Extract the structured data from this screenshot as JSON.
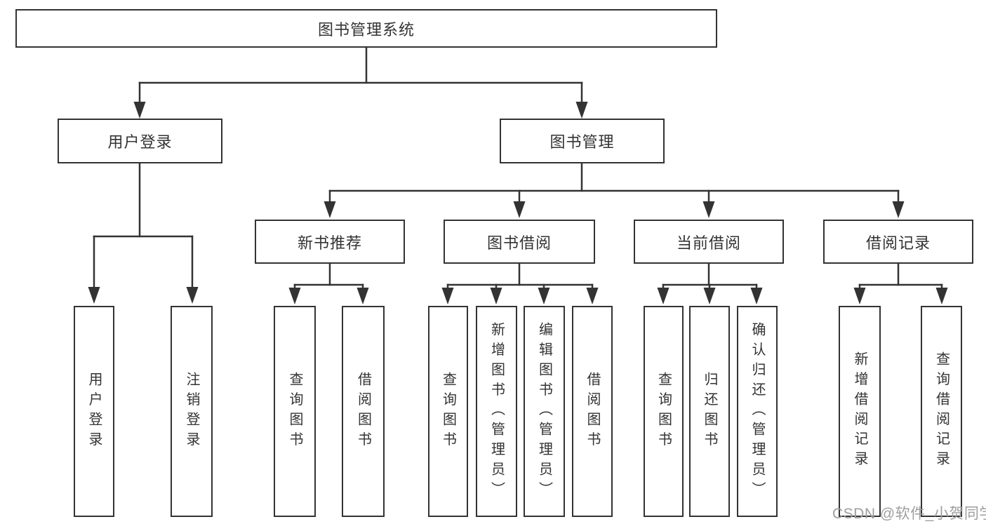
{
  "diagram": {
    "title": "图书管理系统",
    "level2": {
      "user_login": "用户登录",
      "book_management": "图书管理"
    },
    "level3": {
      "new_book_recommend": "新书推荐",
      "book_borrow": "图书借阅",
      "current_borrow": "当前借阅",
      "borrow_records": "借阅记录"
    },
    "leaves": {
      "user_login": "用户登录",
      "logout": "注销登录",
      "nb_query_book": "查询图书",
      "nb_borrow_book": "借阅图书",
      "bb_query_book": "查询图书",
      "bb_add_book": "新增图书（管理员）",
      "bb_edit_book": "编辑图书（管理员）",
      "bb_borrow_book": "借阅图书",
      "cb_query_book": "查询图书",
      "cb_return_book": "归还图书",
      "cb_confirm_return": "确认归还（管理员）",
      "br_add_record": "新增借阅记录",
      "br_query_record": "查询借阅记录"
    },
    "watermark": "CSDN @软件_小贺同学",
    "colors": {
      "line": "#333333",
      "text": "#333333",
      "watermark": "#9e9e9e",
      "background": "#ffffff"
    }
  }
}
